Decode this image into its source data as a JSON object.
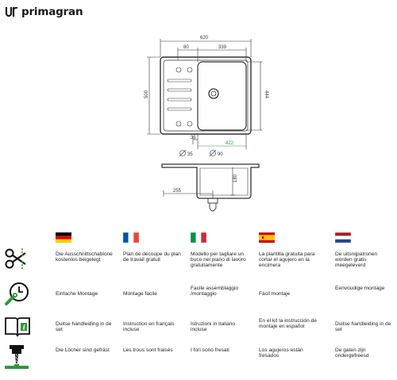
{
  "brand": {
    "name": "primagran"
  },
  "drawing": {
    "dims": {
      "width_total": "620",
      "drainer_width": "80",
      "bowl_width": "339",
      "height_total": "500",
      "bowl_depth": "444",
      "offset": "35",
      "bowl_inner_width": "422",
      "hole_small": "35",
      "hole_large": "90",
      "depth": "180",
      "drain_offset": "255"
    }
  },
  "languages": [
    {
      "code": "de",
      "flag": "german-flag",
      "cells": [
        "Die Ausschnittschablone kostenlos beigelegt",
        "Einfache Montage",
        "Duitse handleiding in de set",
        "Die Löcher sind gefräst"
      ]
    },
    {
      "code": "fr",
      "flag": "french-flag",
      "cells": [
        "Plan de découpe du plan de travail gratuit",
        "Montage facile",
        "Instruction en français incluse",
        "Les trous sont fraisés"
      ]
    },
    {
      "code": "it",
      "flag": "italian-flag",
      "cells": [
        "Modello per tagliare un buco nel piano di lavoro gratuitamente",
        "Facile assemblaggio /montaggio",
        "Istruzioni in italiano incluse",
        "I fori sono fresati"
      ]
    },
    {
      "code": "es",
      "flag": "spanish-flag",
      "cells": [
        "La plantilla gratuita para cortar el agujero en la encimera",
        "Fácil montaje",
        "En el kit la instrucción de montaje en español",
        "Los agujeros están fresados"
      ]
    },
    {
      "code": "nl",
      "flag": "dutch-flag",
      "cells": [
        "De uitsnijpatronen worden gratis meegeleverd",
        "Eenvoudige montage",
        "Duitse handleiding in de set",
        "De gaten zijn ondergefreesd"
      ]
    }
  ],
  "features": [
    {
      "icon": "scissors-cut-icon"
    },
    {
      "icon": "clock-wrench-icon"
    },
    {
      "icon": "instruction-book-icon"
    },
    {
      "icon": "milling-drill-icon"
    }
  ]
}
